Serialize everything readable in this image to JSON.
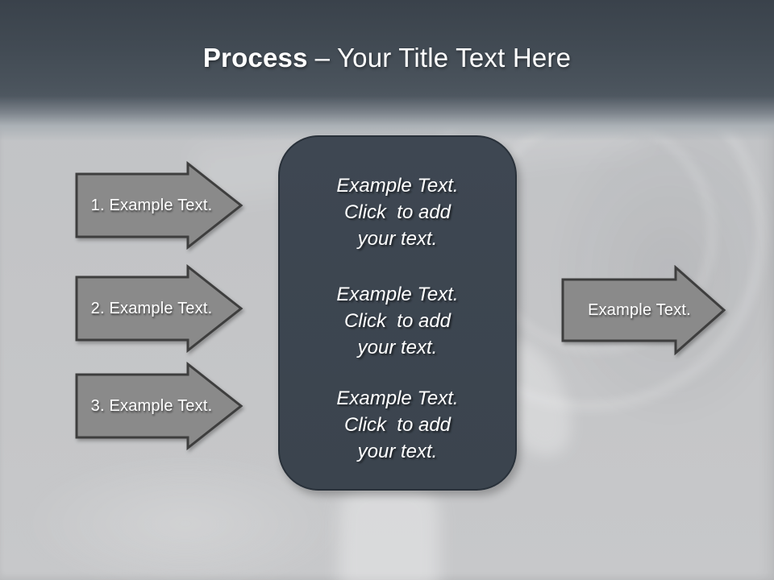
{
  "slide_title": {
    "bold": "Process",
    "rest": "– Your Title Text Here"
  },
  "left_arrows": [
    {
      "label": "1. Example Text."
    },
    {
      "label": "2. Example Text."
    },
    {
      "label": "3. Example Text."
    }
  ],
  "center_box": {
    "blocks": [
      {
        "lines": [
          "Example Text.",
          "Click  to add",
          "your text."
        ]
      },
      {
        "lines": [
          "Example Text.",
          "Click  to add",
          "your text."
        ]
      },
      {
        "lines": [
          "Example Text.",
          "Click  to add",
          "your text."
        ]
      }
    ]
  },
  "right_arrow": {
    "label": "Example Text."
  },
  "colors": {
    "header_dark": "#3a424b",
    "body_background": "#c4c5c7",
    "arrow_fill": "#8a8a8a",
    "arrow_border": "#3e3e3e",
    "box_fill": "#3c4550",
    "box_border": "#29313a",
    "text": "#ffffff"
  }
}
